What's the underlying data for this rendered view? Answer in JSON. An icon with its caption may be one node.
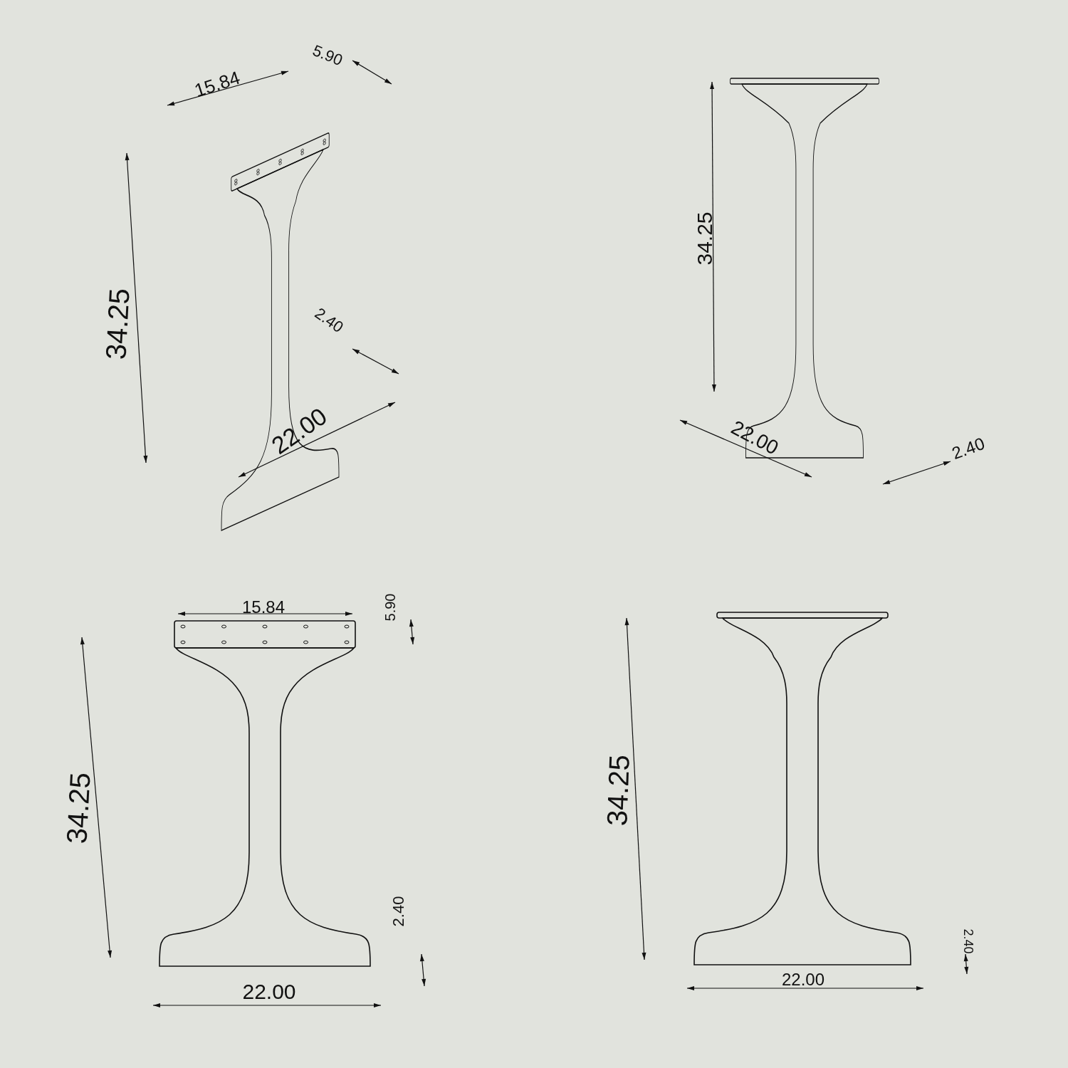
{
  "diagram": {
    "labels": [
      "5.90",
      "15.84",
      "34.25",
      "2.40",
      "22.00",
      "34.25",
      "22.00",
      "2.40",
      "15.84",
      "5.90",
      "34.25",
      "2.40",
      "22.00",
      "34.25",
      "2.40",
      "22.00"
    ]
  }
}
